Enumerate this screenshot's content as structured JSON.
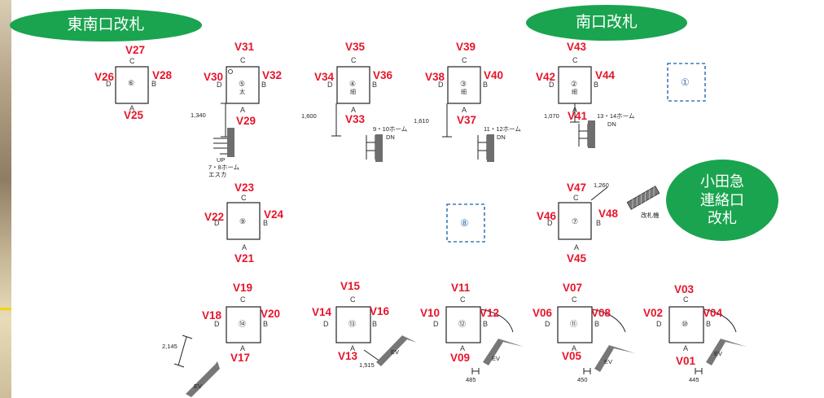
{
  "title_labels": {
    "southeast_gate": "東南口改札",
    "south_gate": "南口改札",
    "odakyu_gate": "小田急\n連絡口\n改札"
  },
  "pillars": [
    {
      "num": "⑥",
      "top": "V27",
      "left": "V26",
      "right": "V28",
      "bottom": "V25"
    },
    {
      "num": "⑤",
      "top": "V31",
      "left": "V30",
      "right": "V32",
      "bottom": "V29",
      "sub": "太"
    },
    {
      "num": "④",
      "top": "V35",
      "left": "V34",
      "right": "V36",
      "bottom": "V33",
      "sub": "細"
    },
    {
      "num": "③",
      "top": "V39",
      "left": "V38",
      "right": "V40",
      "bottom": "V37",
      "sub": "細"
    },
    {
      "num": "②",
      "top": "V43",
      "left": "V42",
      "right": "V44",
      "bottom": "V41",
      "sub": "細"
    },
    {
      "num": "⑨",
      "top": "V23",
      "left": "V22",
      "right": "V24",
      "bottom": "V21"
    },
    {
      "num": "⑦",
      "top": "V47",
      "left": "V46",
      "right": "V48",
      "bottom": "V45"
    },
    {
      "num": "⑭",
      "top": "V19",
      "left": "V18",
      "right": "V20",
      "bottom": "V17"
    },
    {
      "num": "⑬",
      "top": "V15",
      "left": "V14",
      "right": "V16",
      "bottom": "V13"
    },
    {
      "num": "⑫",
      "top": "V11",
      "left": "V10",
      "right": "V12",
      "bottom": "V09"
    },
    {
      "num": "⑪",
      "top": "V07",
      "left": "V06",
      "right": "V08",
      "bottom": "V05"
    },
    {
      "num": "⑩",
      "top": "V03",
      "left": "V02",
      "right": "V04",
      "bottom": "V01"
    }
  ],
  "face_letters": {
    "top": "C",
    "left": "D",
    "right": "B",
    "bottom": "A"
  },
  "dashed_markers": [
    "①",
    "⑧"
  ],
  "dimensions": [
    "1,340",
    "1,600",
    "1,610",
    "1,070",
    "1,260",
    "2,145",
    "1,515",
    "485",
    "450",
    "445"
  ],
  "stair_labels": {
    "up": "UP",
    "escalator": "7・8ホーム\nエスカ",
    "stair_9_10": "9・10ホーム",
    "stair_11_12": "11・12ホーム",
    "stair_13_14": "13・14ホーム",
    "dn": "DN"
  },
  "ticket_gate_machine": "改札機",
  "elevator_label": "EV"
}
